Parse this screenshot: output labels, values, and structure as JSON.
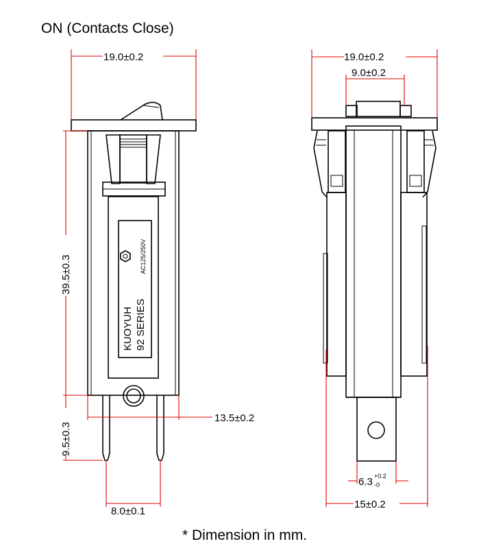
{
  "title": "ON (Contacts Close)",
  "footnote": "* Dimension in mm.",
  "front_view": {
    "width_dim": "19.0±0.2",
    "body_height_dim": "39.5±0.3",
    "terminal_length_dim": "9.5±0.3",
    "body_width_dim": "13.5±0.2",
    "terminal_pitch_dim": "8.0±0.1",
    "label": {
      "brand": "KUOYUH",
      "series": "92  SERIES",
      "rating": "AC125/250V"
    }
  },
  "side_view": {
    "width_dim": "19.0±0.2",
    "inner_width_dim": "9.0±0.2",
    "terminal_width_dim_base": "6.3",
    "terminal_width_tol_plus": "+0.2",
    "terminal_width_tol_minus": "-0",
    "depth_dim": "15±0.2"
  },
  "colors": {
    "dimension_line": "#e00000",
    "outline": "#000000"
  }
}
